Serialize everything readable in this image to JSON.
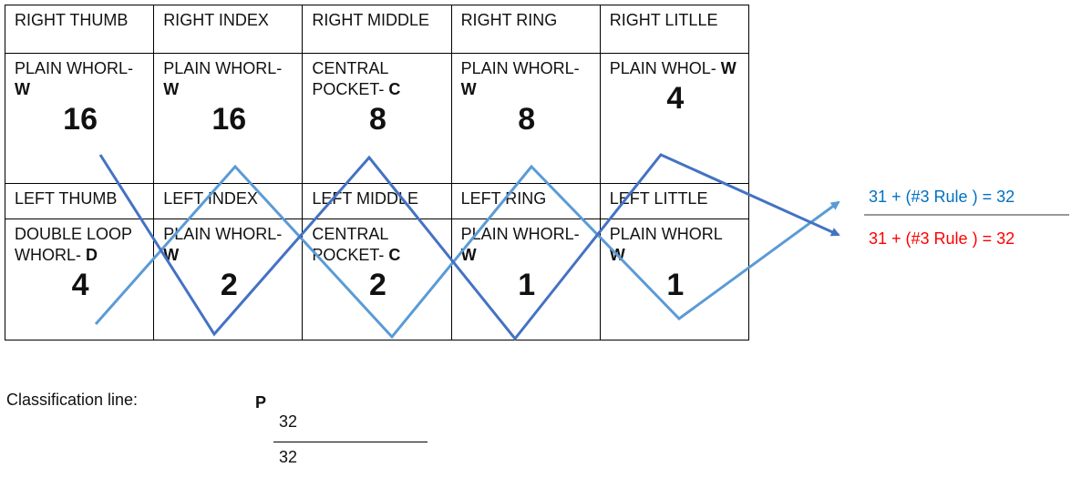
{
  "table": {
    "right_headers": [
      "RIGHT THUMB",
      "RIGHT INDEX",
      "RIGHT MIDDLE",
      "RIGHT RING",
      "RIGHT LITLLE"
    ],
    "right_patterns": [
      {
        "name": "PLAIN WHORL- ",
        "code": "W",
        "value": "16"
      },
      {
        "name": "PLAIN WHORL- ",
        "code": "W",
        "value": "16"
      },
      {
        "name": "CENTRAL POCKET- ",
        "code": "C",
        "value": "8"
      },
      {
        "name": "PLAIN WHORL- ",
        "code": "W",
        "value": "8"
      },
      {
        "name": "PLAIN WHOL- ",
        "code": "W",
        "value": "4"
      }
    ],
    "left_headers": [
      "LEFT THUMB",
      "LEFT INDEX",
      "LEFT MIDDLE",
      "LEFT RING",
      "LEFT LITTLE"
    ],
    "left_patterns": [
      {
        "name": "DOUBLE LOOP WHORL- ",
        "code": "D",
        "value": "4"
      },
      {
        "name": "PLAIN WHORL- ",
        "code": "W",
        "value": "2"
      },
      {
        "name": "CENTRAL POCKET- ",
        "code": "C",
        "value": "2"
      },
      {
        "name": "PLAIN WHORL- ",
        "code": "W",
        "value": "1"
      },
      {
        "name": "PLAIN WHORL ",
        "code": "W",
        "value": "1"
      }
    ]
  },
  "side_results": {
    "top": "31 + (#3 Rule ) = 32",
    "bottom": "31 + (#3 Rule ) = 32"
  },
  "classification": {
    "label": "Classification line:",
    "letter": "P",
    "numerator": "32",
    "denominator": "32"
  },
  "colors": {
    "light_blue": "#5b9bd5",
    "dark_blue": "#4472c4",
    "top_text": "#0070c0",
    "bottom_text": "#ff0000"
  }
}
